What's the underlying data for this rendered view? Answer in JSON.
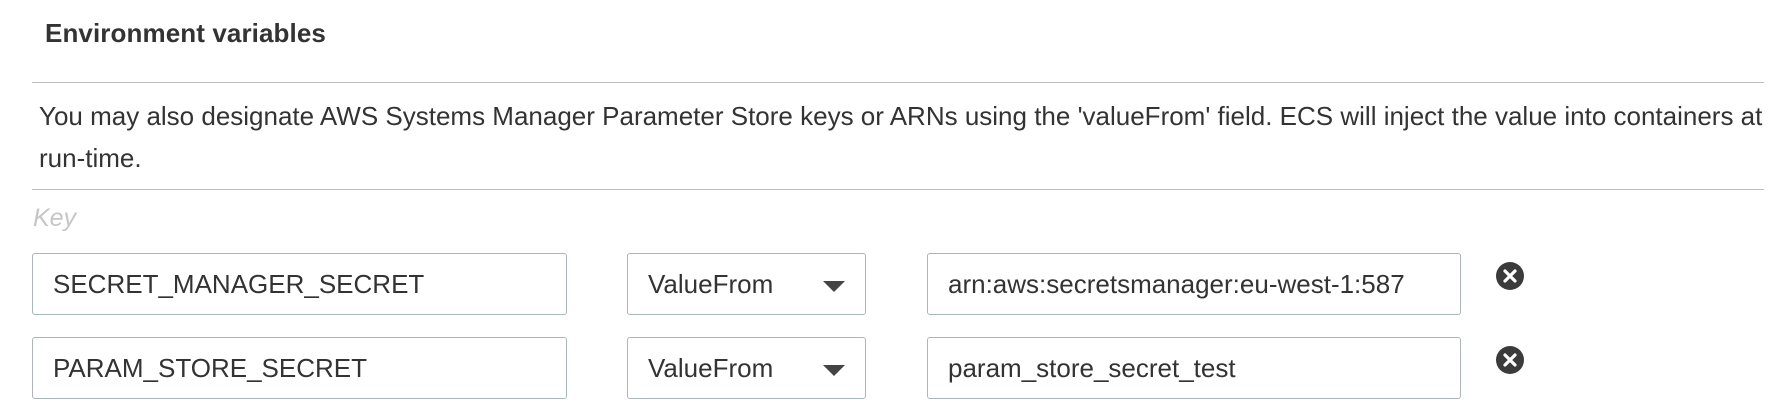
{
  "section": {
    "title": "Environment variables",
    "description": "You may also designate AWS Systems Manager Parameter Store keys or ARNs using the 'valueFrom' field. ECS will inject the value into containers at run-time.",
    "key_column_label": "Key"
  },
  "env_rows": [
    {
      "key": "SECRET_MANAGER_SECRET",
      "type": "ValueFrom",
      "value": "arn:aws:secretsmanager:eu-west-1:587"
    },
    {
      "key": "PARAM_STORE_SECRET",
      "type": "ValueFrom",
      "value": "param_store_secret_test"
    }
  ],
  "icons": {
    "remove": "remove-circle-icon",
    "dropdown": "caret-down-icon"
  }
}
